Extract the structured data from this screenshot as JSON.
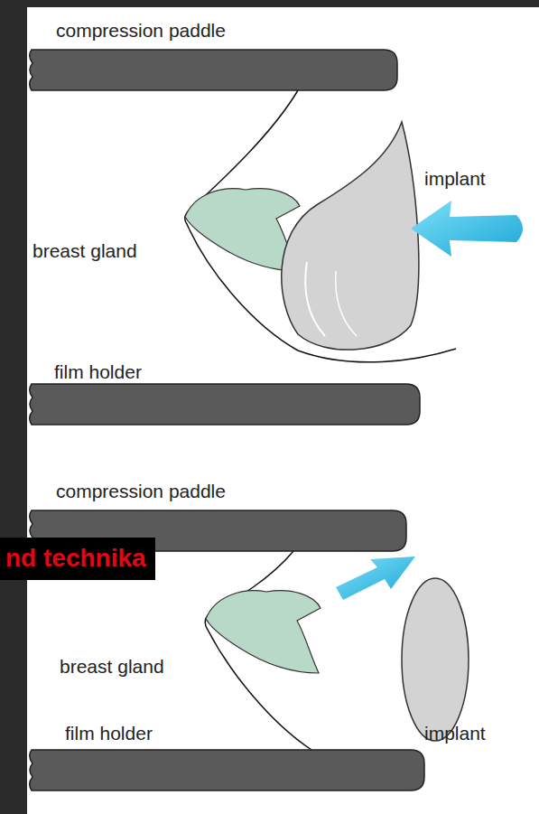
{
  "diagram": {
    "nodes": [
      {
        "text": [
          "nd technika"
        ]
      }
    ],
    "labels": [
      "compression paddle",
      "implant",
      "breast gland",
      "film holder",
      "compression paddle",
      "breast gland",
      "film holder",
      "implant"
    ]
  }
}
